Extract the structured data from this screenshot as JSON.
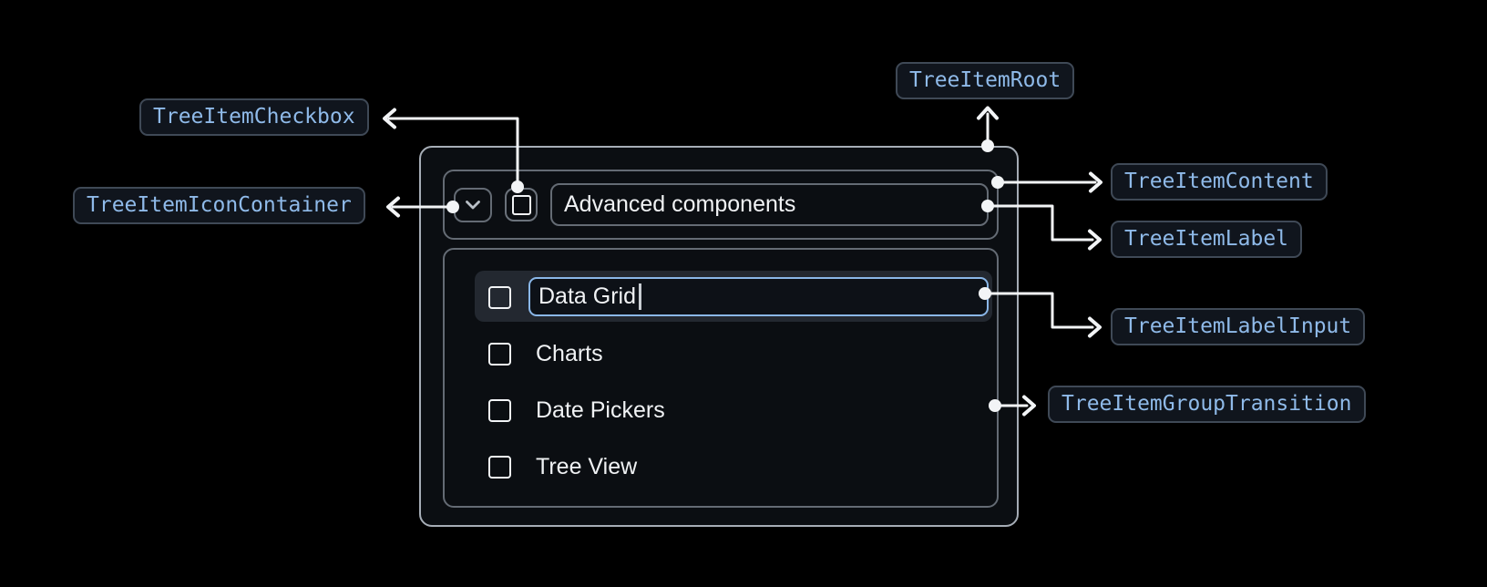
{
  "annotations": {
    "checkbox": "TreeItemCheckbox",
    "icon_container": "TreeItemIconContainer",
    "root": "TreeItemRoot",
    "content": "TreeItemContent",
    "label": "TreeItemLabel",
    "label_input": "TreeItemLabelInput",
    "group_transition": "TreeItemGroupTransition"
  },
  "tree": {
    "parent_item": {
      "label": "Advanced components",
      "expanded": true,
      "checked": false
    },
    "editing_item": {
      "input_value": "Data Grid",
      "checked": false
    },
    "items": [
      {
        "label": "Charts",
        "checked": false
      },
      {
        "label": "Date Pickers",
        "checked": false
      },
      {
        "label": "Tree View",
        "checked": false
      }
    ]
  },
  "icons": {
    "expand_icon": "chevron-down"
  },
  "colors": {
    "background": "#000000",
    "root_border": "#a6adb6",
    "inner_border": "#646b74",
    "connector": "#f2f4f6",
    "selected_row_bg": "#232830",
    "input_border": "#8ab7e8",
    "badge_bg": "#10151d",
    "badge_border": "#3f4956",
    "badge_text": "#8fbae9",
    "text": "#f0f2f4"
  }
}
